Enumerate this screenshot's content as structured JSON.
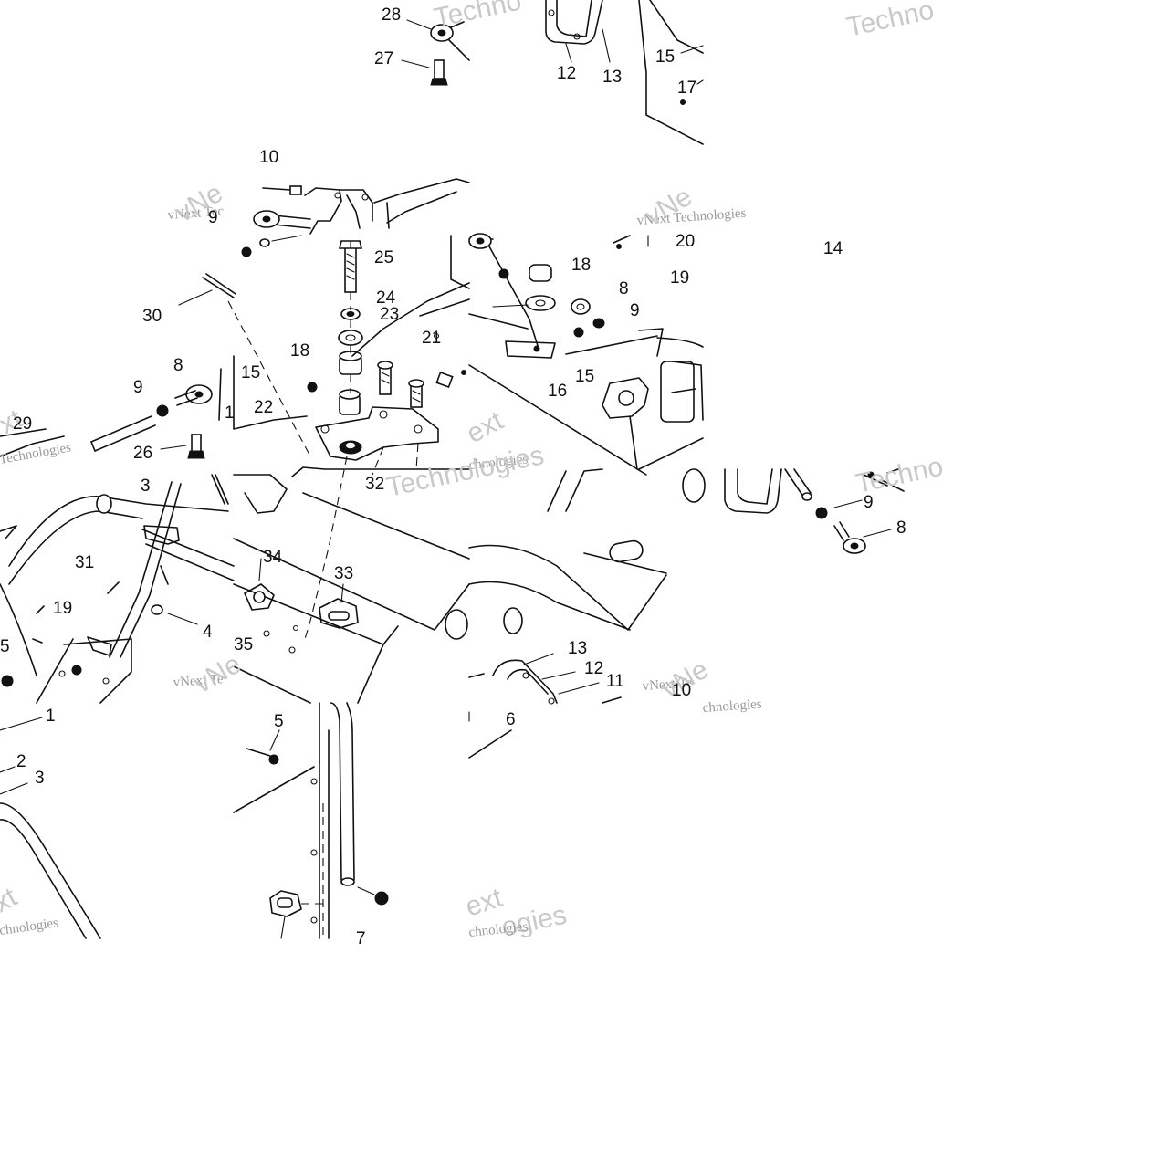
{
  "colors": {
    "ink": "#111111",
    "watermark": "#c9c9c9",
    "background": "#ffffff"
  },
  "callouts": {
    "c28": "28",
    "c27": "27",
    "c12a": "12",
    "c13a": "13",
    "c15a": "15",
    "c17": "17",
    "c10a": "10",
    "c9a": "9",
    "c14": "14",
    "c20": "20",
    "c19a": "19",
    "c25": "25",
    "c18a": "18",
    "c8a": "8",
    "c9b": "9",
    "c24": "24",
    "c23": "23",
    "c30": "30",
    "c18b": "18",
    "c21": "21",
    "c15b": "15",
    "c15c": "15",
    "c16": "16",
    "c8b": "8",
    "c9c": "9",
    "c22": "22",
    "c1a": "1",
    "c29": "29",
    "c26": "26",
    "c32": "32",
    "c3a": "3",
    "c9d": "9",
    "c8c": "8",
    "c31": "31",
    "c34": "34",
    "c33": "33",
    "c19b": "19",
    "c4": "4",
    "c5a": "5",
    "c35": "35",
    "c13b": "13",
    "c12b": "12",
    "c11": "11",
    "c10b": "10",
    "c6": "6",
    "c1b": "1",
    "c5b": "5",
    "c2": "2",
    "c3b": "3",
    "c7": "7"
  },
  "watermarks": {
    "brand_a": "Techno",
    "brand_b": "vNext Tec",
    "brand_c": "vNext Technologies",
    "brand_d": "Technologies",
    "brand_e": "xt",
    "brand_f": "ologies",
    "brand_g": "vNe",
    "brand_h": "Techno",
    "brand_i": "Technologies",
    "brand_j": "vNext Te",
    "brand_k": "chnologies",
    "brand_l": "vNext Te",
    "brand_m": "chnologies",
    "brand_n": "ext",
    "brand_o": "chnologies",
    "brand_p": "ext",
    "brand_q": "ogies",
    "brand_r": "chnologies"
  }
}
